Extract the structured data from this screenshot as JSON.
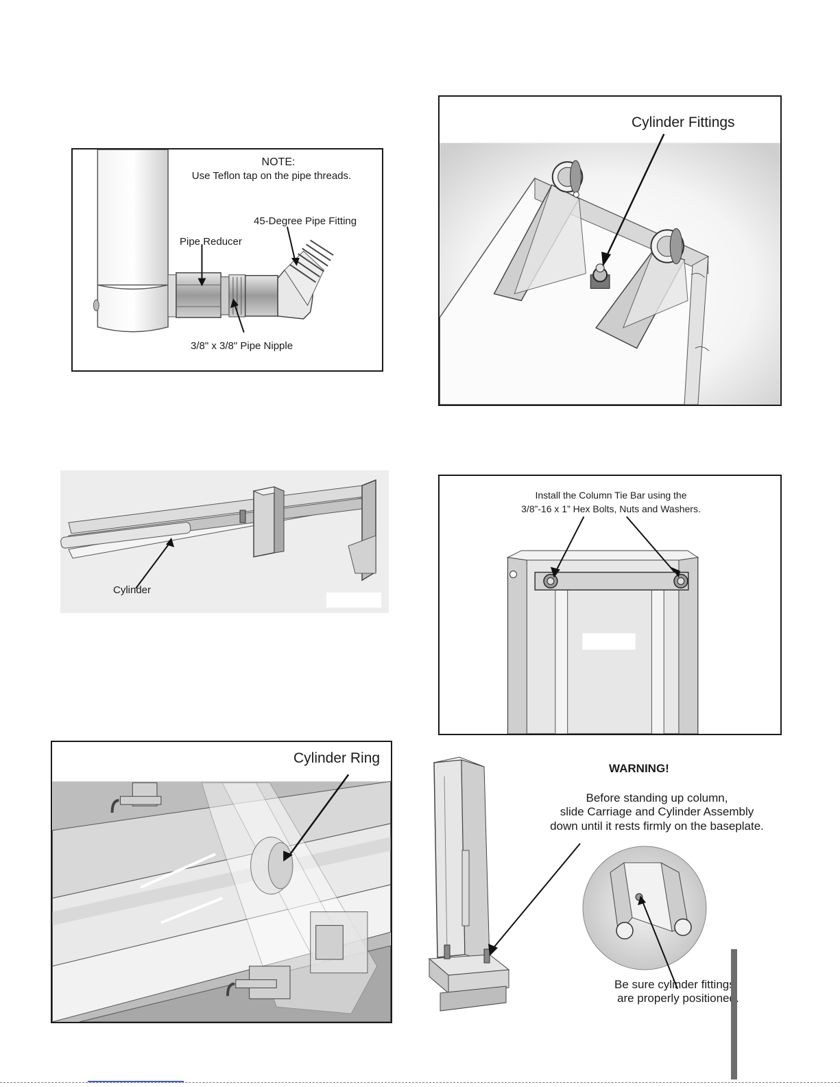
{
  "figures": {
    "pipe_fittings": {
      "note_title": "NOTE:",
      "note_text": "Use Teflon tap on the pipe threads.",
      "label_45_degree": "45-Degree Pipe Fitting",
      "label_reducer": "Pipe Reducer",
      "label_nipple": "3/8\" x 3/8\" Pipe Nipple"
    },
    "cylinder_fittings": {
      "label": "Cylinder Fittings"
    },
    "cylinder": {
      "label": "Cylinder"
    },
    "tie_bar": {
      "line1": "Install the Column Tie Bar using the",
      "line2": "3/8”-16 x 1” Hex Bolts, Nuts and Washers."
    },
    "cylinder_ring": {
      "label": "Cylinder Ring"
    },
    "warning": {
      "title": "WARNING!",
      "line1": "Before standing up column,",
      "line2": "slide Carriage and Cylinder Assembly",
      "line3": "down until it rests firmly on the baseplate.",
      "note_line1": "Be sure cylinder fittings",
      "note_line2": "are properly positioned."
    }
  },
  "colors": {
    "frame": "#1a1a1a",
    "metal_light": "#e6e6e6",
    "metal_mid": "#bdbdbd",
    "metal_dark": "#7a7a7a",
    "background_gray": "#d9d9d9",
    "sidebar_tab": "#6d6d6d"
  }
}
